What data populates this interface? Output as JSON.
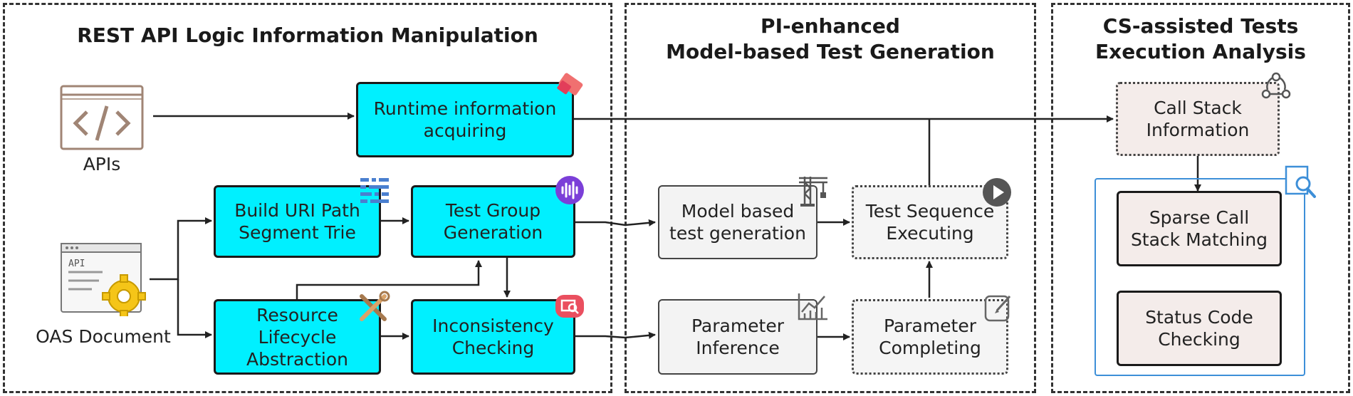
{
  "panels": {
    "left_title": "REST API Logic Information Manipulation",
    "middle_title_1": "PI-enhanced",
    "middle_title_2": "Model-based Test Generation",
    "right_title_1": "CS-assisted Tests",
    "right_title_2": "Execution Analysis"
  },
  "inputs": {
    "apis": "APIs",
    "oas": "OAS Document"
  },
  "boxes": {
    "runtime_1": "Runtime information",
    "runtime_2": "acquiring",
    "uri_1": "Build URI Path",
    "uri_2": "Segment Trie",
    "testgroup_1": "Test Group",
    "testgroup_2": "Generation",
    "resource_1": "Resource",
    "resource_2": "Lifecycle",
    "resource_3": "Abstraction",
    "inconsistency_1": "Inconsistency",
    "inconsistency_2": "Checking",
    "model_1": "Model based",
    "model_2": "test generation",
    "param_inf_1": "Parameter",
    "param_inf_2": "Inference",
    "tse_1": "Test Sequence",
    "tse_2": "Executing",
    "param_comp_1": "Parameter",
    "param_comp_2": "Completing",
    "callstack_1": "Call Stack",
    "callstack_2": "Information",
    "sparse_1": "Sparse Call",
    "sparse_2": "Stack Matching",
    "status_1": "Status Code",
    "status_2": "Checking"
  },
  "icons": {
    "apis": "code-window-icon",
    "oas": "api-document-gear-icon",
    "runtime": "eraser-icon",
    "uri": "grid-trie-icon",
    "testgroup": "audio-wave-icon",
    "resource": "wrench-screwdriver-icon",
    "inconsistency": "image-search-icon",
    "model": "crane-icon",
    "tse": "play-icon",
    "param_inf": "line-chart-icon",
    "param_comp": "edit-pencil-icon",
    "callstack": "network-nodes-icon",
    "analysis": "magnifier-icon"
  },
  "colors": {
    "cyan": "#00f0ff",
    "gray_box": "#f3f3f3",
    "beige_box": "#f4ecea",
    "frame_blue": "#3d8fd8"
  }
}
